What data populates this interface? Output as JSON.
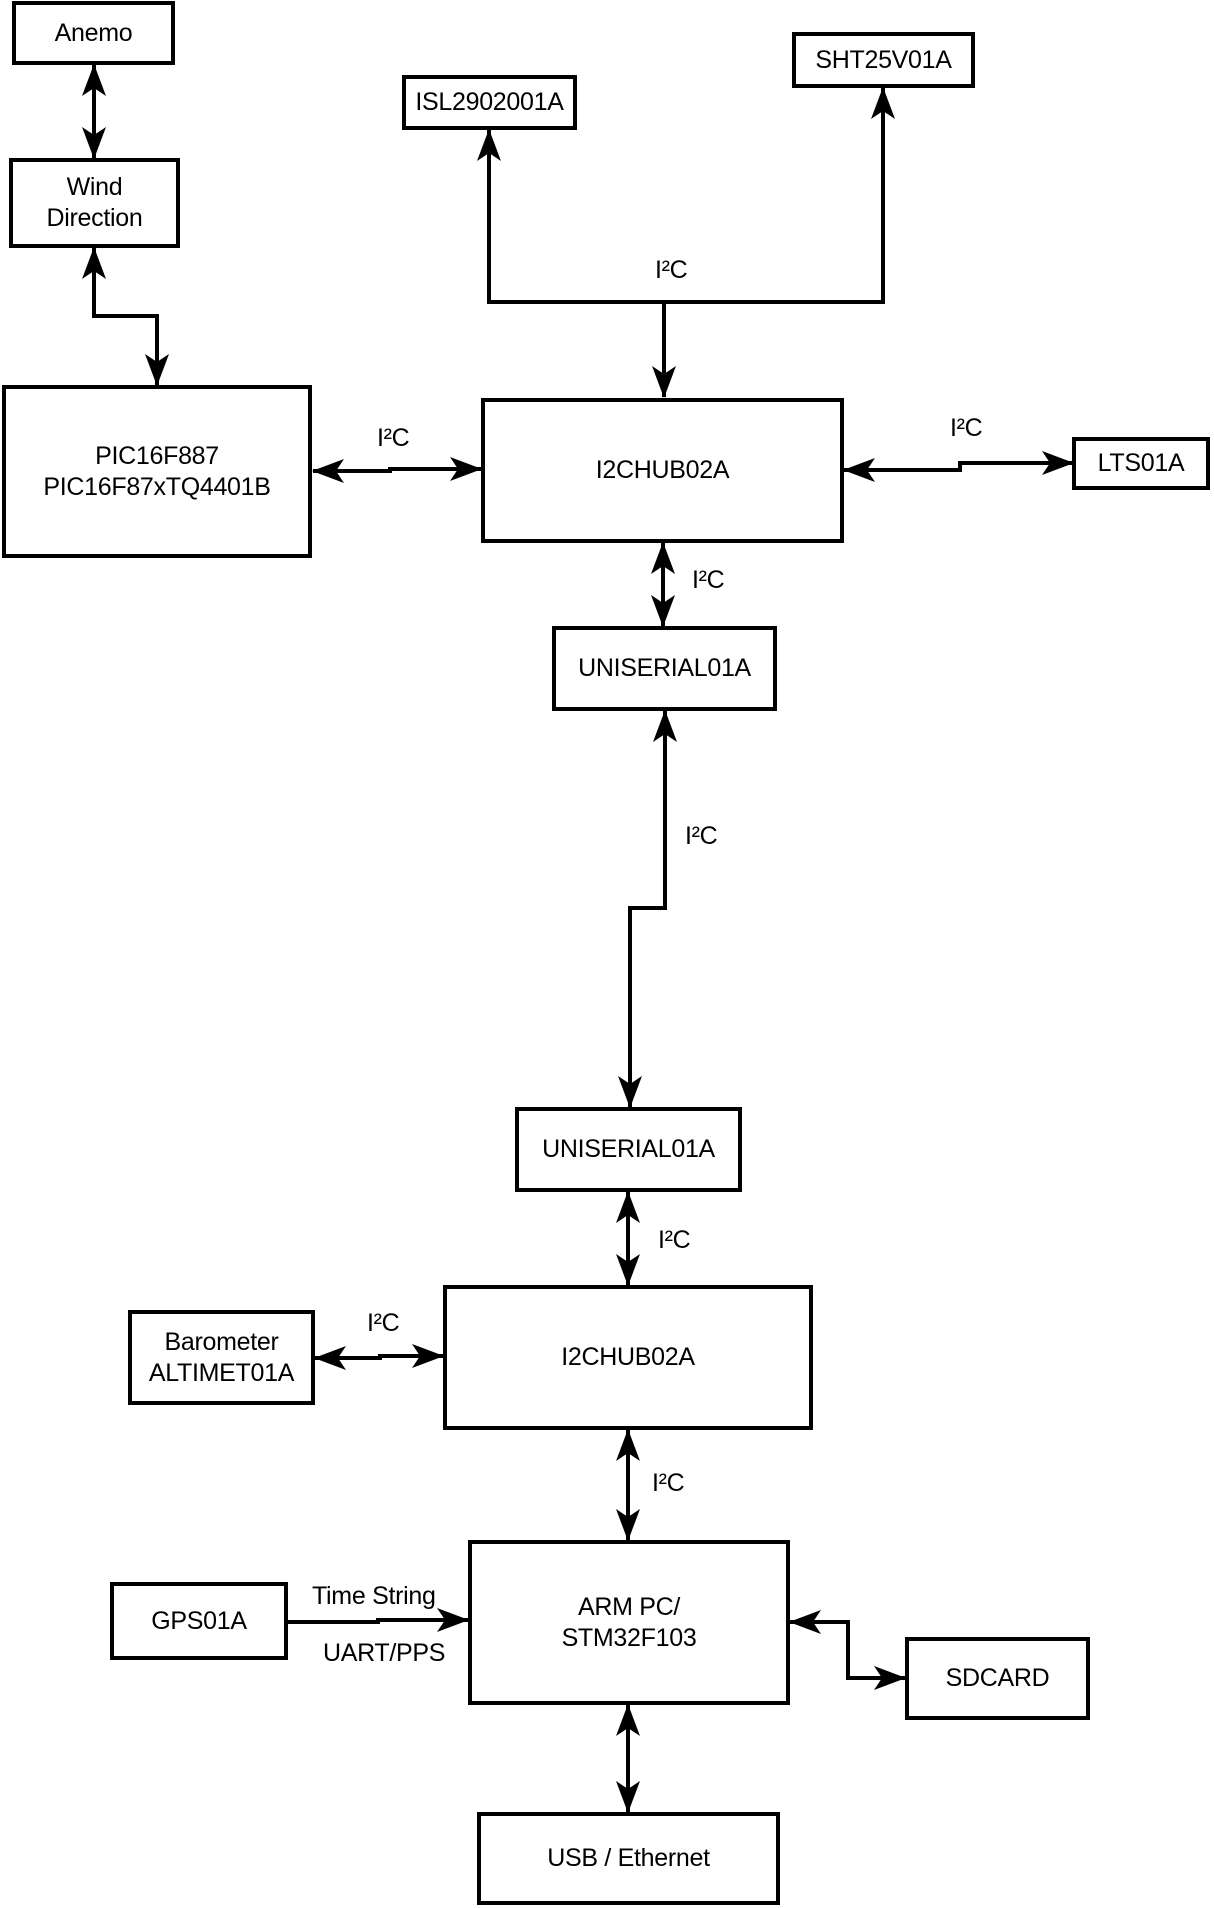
{
  "diagram": {
    "background_color": "#ffffff",
    "line_color": "#000000",
    "nodes": {
      "anemo": {
        "lines": [
          "Anemo"
        ]
      },
      "wind_direction": {
        "lines": [
          "Wind",
          "Direction"
        ]
      },
      "isl2902001a": {
        "lines": [
          "ISL2902001A"
        ]
      },
      "sht25v01a": {
        "lines": [
          "SHT25V01A"
        ]
      },
      "pic16f887": {
        "lines": [
          "PIC16F887",
          "PIC16F87xTQ4401B"
        ]
      },
      "i2chub02a_top": {
        "lines": [
          "I2CHUB02A"
        ]
      },
      "lts01a": {
        "lines": [
          "LTS01A"
        ]
      },
      "uniserial01a_top": {
        "lines": [
          "UNISERIAL01A"
        ]
      },
      "uniserial01a_bottom": {
        "lines": [
          "UNISERIAL01A"
        ]
      },
      "i2chub02a_bottom": {
        "lines": [
          "I2CHUB02A"
        ]
      },
      "barometer_altimet01a": {
        "lines": [
          "Barometer",
          "ALTIMET01A"
        ]
      },
      "arm_pc": {
        "lines": [
          "ARM PC/",
          "STM32F103"
        ]
      },
      "gps01a": {
        "lines": [
          "GPS01A"
        ]
      },
      "sdcard": {
        "lines": [
          "SDCARD"
        ]
      },
      "usb_ethernet": {
        "lines": [
          "USB / Ethernet"
        ]
      }
    },
    "edge_labels": {
      "bus_top_i2c": "I²C",
      "pic_hub_i2c": "I²C",
      "hub_lts_i2c": "I²C",
      "hub_uniserial_i2c": "I²C",
      "uniserial_uniserial_i2c": "I²C",
      "uniserial_hub2_i2c": "I²C",
      "barometer_hub2_i2c": "I²C",
      "hub2_arm_i2c": "I²C",
      "gps_arm_time_string": "Time String",
      "gps_arm_uart_pps": "UART/PPS"
    }
  }
}
